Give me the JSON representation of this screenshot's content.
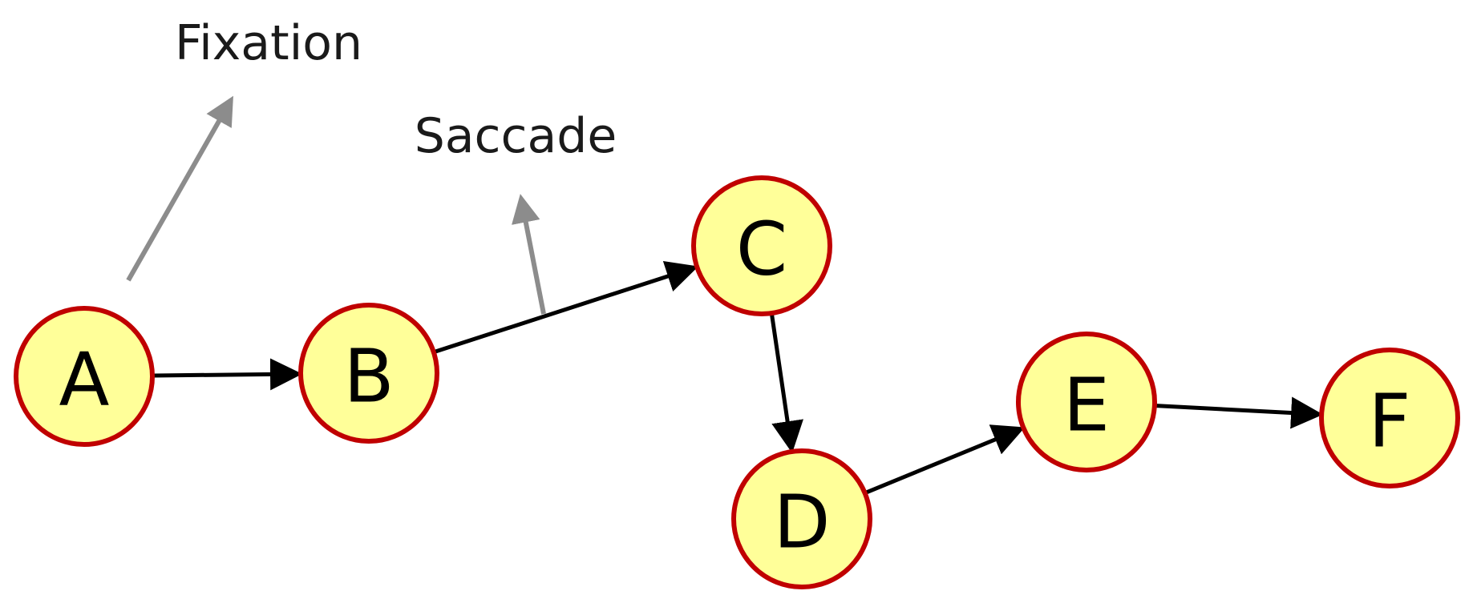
{
  "colors": {
    "node_fill": "#ffff99",
    "node_stroke": "#c00000",
    "edge": "#000000",
    "pointer": "#8c8c8c"
  },
  "labels": {
    "fixation": "Fixation",
    "saccade": "Saccade"
  },
  "nodes": [
    {
      "id": "A",
      "label": "A"
    },
    {
      "id": "B",
      "label": "B"
    },
    {
      "id": "C",
      "label": "C"
    },
    {
      "id": "D",
      "label": "D"
    },
    {
      "id": "E",
      "label": "E"
    },
    {
      "id": "F",
      "label": "F"
    }
  ],
  "edges": [
    {
      "from": "A",
      "to": "B"
    },
    {
      "from": "B",
      "to": "C"
    },
    {
      "from": "C",
      "to": "D"
    },
    {
      "from": "D",
      "to": "E"
    },
    {
      "from": "E",
      "to": "F"
    }
  ]
}
